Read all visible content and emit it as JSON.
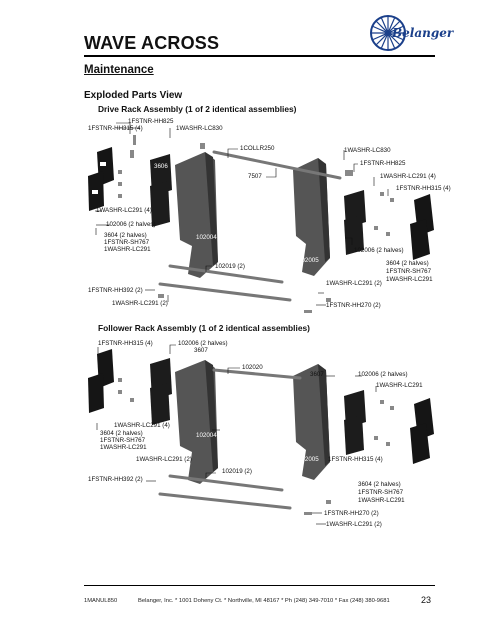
{
  "header": {
    "title": "WAVE ACROSS",
    "logo_text": "Belanger"
  },
  "section": {
    "heading": "Maintenance",
    "subheading": "Exploded Parts View"
  },
  "drive": {
    "title": "Drive Rack Assembly (1 of 2 identical assemblies)",
    "labels": {
      "fstnr_hh825_top": "1FSTNR-HH825",
      "fstnr_hh315_l": "1FSTNR-HH315 (4)",
      "washr_lc830_l": "1WASHR-LC830",
      "collr250": "1COLLR250",
      "washr_lc830_r": "1WASHR-LC830",
      "fstnr_hh825_r": "1FSTNR-HH825",
      "p7507": "7507",
      "washr_lc291_r4": "1WASHR-LC291 (4)",
      "fstnr_hh315_r": "1FSTNR-HH315 (4)",
      "p3606_l": "3606",
      "p3606_r": "3606",
      "washr_lc291_l4": "1WASHR-LC291 (4)",
      "p102006_l": "102006 (2 halves)",
      "p3604_l1": "3604 (2 halves)",
      "p3604_l2": "1FSTNR-SH767",
      "p3604_l3": "1WASHR-LC291",
      "p102004": "102004",
      "p102006_r": "102006 (2 halves)",
      "p102019": "102019 (2)",
      "p102005": "102005",
      "p3604_r1": "3604 (2 halves)",
      "p3604_r2": "1FSTNR-SH767",
      "p3604_r3": "1WASHR-LC291",
      "fstnr_hh392": "1FSTNR-HH392 (2)",
      "washr_lc291_r2": "1WASHR-LC291 (2)",
      "washr_lc291_b2": "1WASHR-LC291 (2)",
      "fstnr_hh270": "1FSTNR-HH270 (2)"
    }
  },
  "follower": {
    "title": "Follower Rack Assembly (1 of 2 identical assemblies)",
    "labels": {
      "fstnr_hh315_l": "1FSTNR-HH315 (4)",
      "p102006_top": "102006 (2 halves)",
      "p3607_top": "3607",
      "p102020": "102020",
      "p3607_r": "3607",
      "p102006_r": "102006 (2 halves)",
      "washr_lc291_r": "1WASHR-LC291",
      "washr_lc291_l4": "1WASHR-LC291 (4)",
      "p3604_l1": "3604 (2 halves)",
      "p3604_l2": "1FSTNR-SH767",
      "p3604_l3": "1WASHR-LC291",
      "p102004": "102004",
      "washr_lc291_2": "1WASHR-LC291 (2)",
      "p102005": "102005",
      "fstnr_hh315_r": "1FSTNR-HH315 (4)",
      "p102019": "102019 (2)",
      "fstnr_hh392": "1FSTNR-HH392 (2)",
      "p3604_r1": "3604 (2 halves)",
      "p3604_r2": "1FSTNR-SH767",
      "p3604_r3": "1WASHR-LC291",
      "fstnr_hh270": "1FSTNR-HH270 (2)",
      "washr_lc291_b2": "1WASHR-LC291 (2)"
    }
  },
  "footer": {
    "code": "1MANUL850",
    "address": "Belanger, Inc. * 1001 Doheny Ct. * Northville, MI 48167 * Ph (248) 349-7010 * Fax (248) 380-9681",
    "page_number": "23"
  }
}
